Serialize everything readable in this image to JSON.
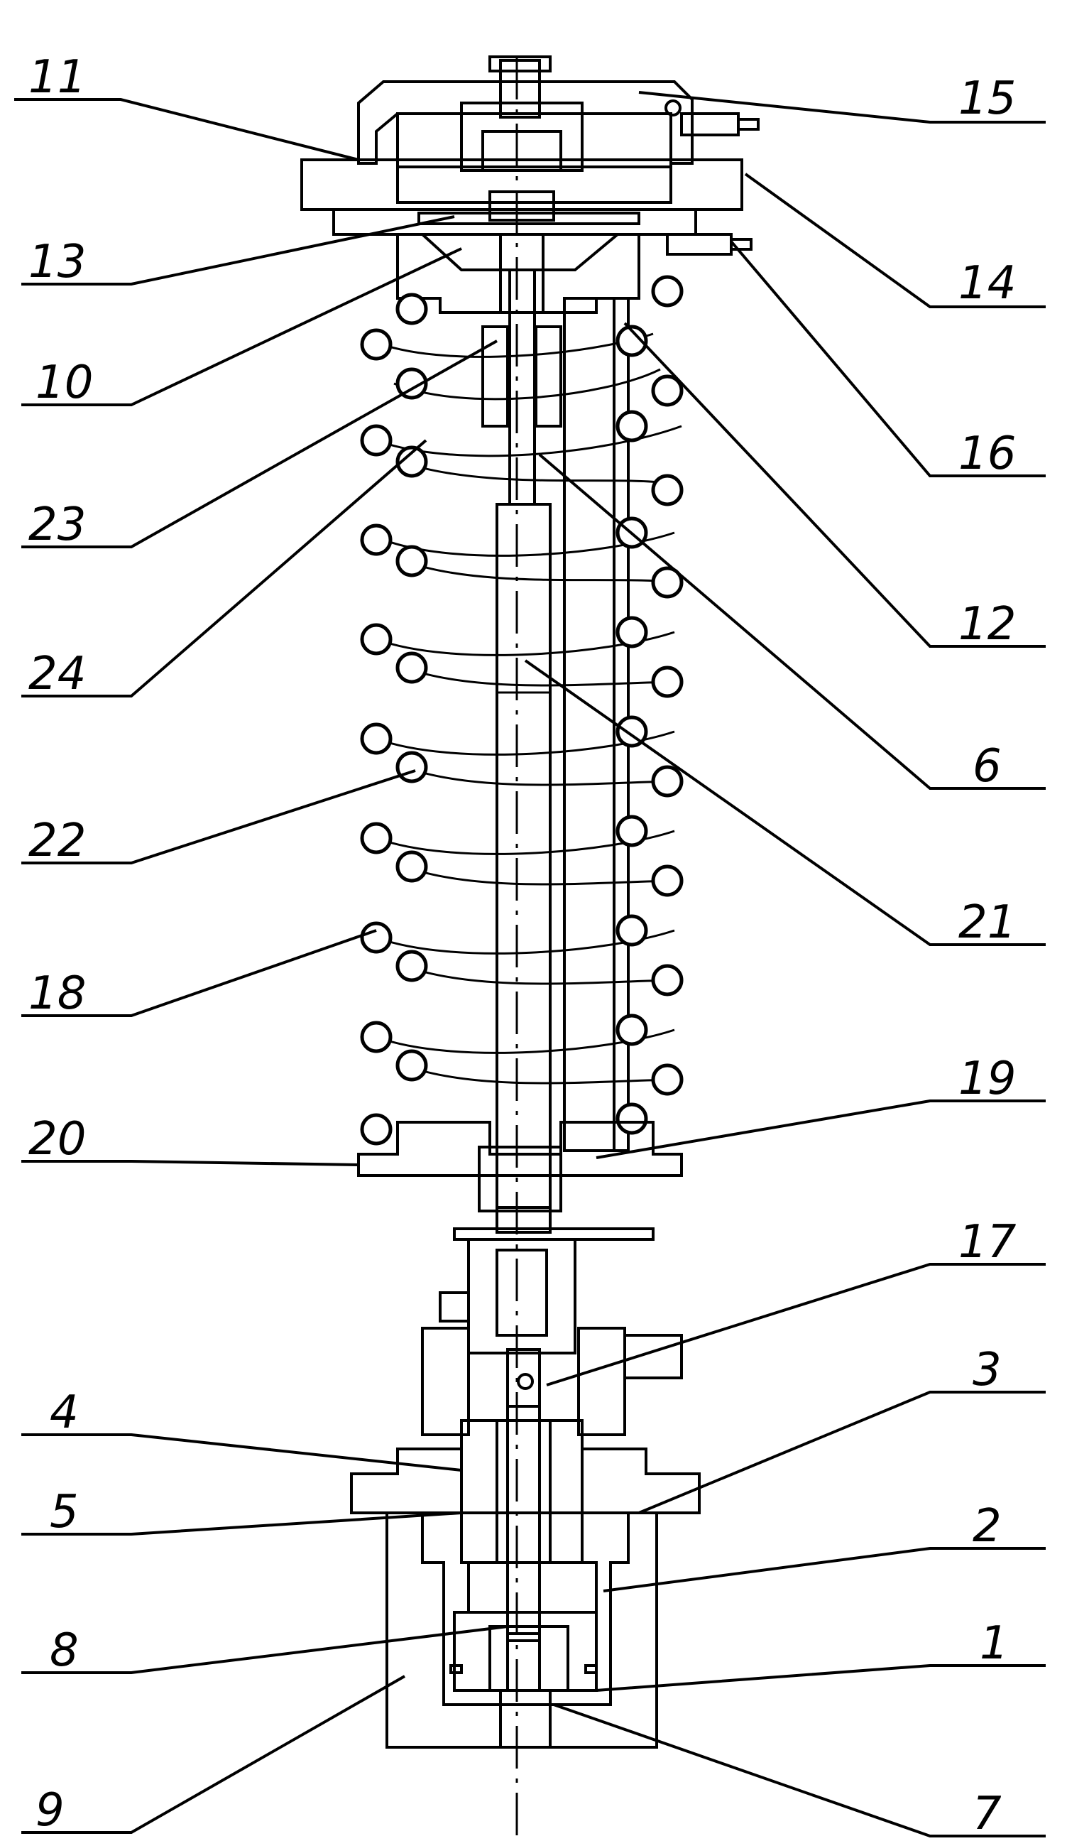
{
  "callouts": [
    {
      "id": "c11",
      "label": "11"
    },
    {
      "id": "c15",
      "label": "15"
    },
    {
      "id": "c13",
      "label": "13"
    },
    {
      "id": "c14",
      "label": "14"
    },
    {
      "id": "c10",
      "label": "10"
    },
    {
      "id": "c16",
      "label": "16"
    },
    {
      "id": "c23",
      "label": "23"
    },
    {
      "id": "c12",
      "label": "12"
    },
    {
      "id": "c24",
      "label": "24"
    },
    {
      "id": "c6",
      "label": "6"
    },
    {
      "id": "c22",
      "label": "22"
    },
    {
      "id": "c21",
      "label": "21"
    },
    {
      "id": "c18",
      "label": "18"
    },
    {
      "id": "c19",
      "label": "19"
    },
    {
      "id": "c20",
      "label": "20"
    },
    {
      "id": "c17",
      "label": "17"
    },
    {
      "id": "c4",
      "label": "4"
    },
    {
      "id": "c3",
      "label": "3"
    },
    {
      "id": "c5",
      "label": "5"
    },
    {
      "id": "c2",
      "label": "2"
    },
    {
      "id": "c8",
      "label": "8"
    },
    {
      "id": "c1",
      "label": "1"
    },
    {
      "id": "c9",
      "label": "9"
    },
    {
      "id": "c7",
      "label": "7"
    }
  ]
}
